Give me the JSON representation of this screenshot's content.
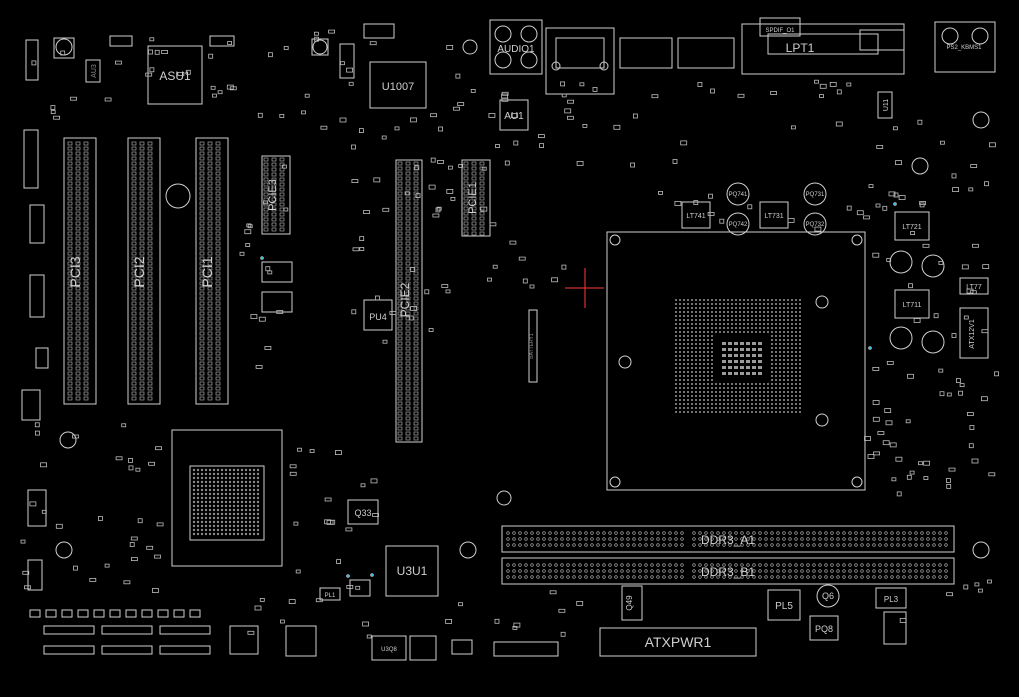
{
  "colors": {
    "background": "#000000",
    "outline": "#cfcfcf",
    "dim": "#8a8a8a",
    "cursor": "#ff3b3b",
    "via": "#00c8ff"
  },
  "cursor_icon": "crosshair-cursor",
  "labels": {
    "asu1": "ASU1",
    "u1007": "U1007",
    "audio1": "AUDIO1",
    "au1": "AU1",
    "spdif": "SPDIF_O1",
    "lpt1": "LPT1",
    "ps2": "PS2_KBMS1",
    "u11": "U11",
    "pci3": "PCI3",
    "pci2": "PCI2",
    "pci1": "PCI1",
    "pcie3": "PCIE3",
    "pcie2": "PCIE2",
    "pcie1": "PCIE1",
    "pu4": "PU4",
    "lt741": "LT741",
    "pq741": "PQ741",
    "pq742": "PQ742",
    "lt731": "LT731",
    "pq731": "PQ731",
    "pq732": "PQ732",
    "lt721": "LT721",
    "lt711": "LT711",
    "lt77": "LT77",
    "atx12v1": "ATX12V1",
    "batt": "BATTERY1",
    "q33": "Q33",
    "u3u1": "U3U1",
    "ddr_a1": "DDR3_A1",
    "ddr_b1": "DDR3_B1",
    "pl5": "PL5",
    "q6": "Q6",
    "pq8": "PQ8",
    "pl3": "PL3",
    "pl1": "PL1",
    "q49": "Q49",
    "atxpwr1": "ATXPWR1",
    "u3q8": "U3Q8"
  }
}
